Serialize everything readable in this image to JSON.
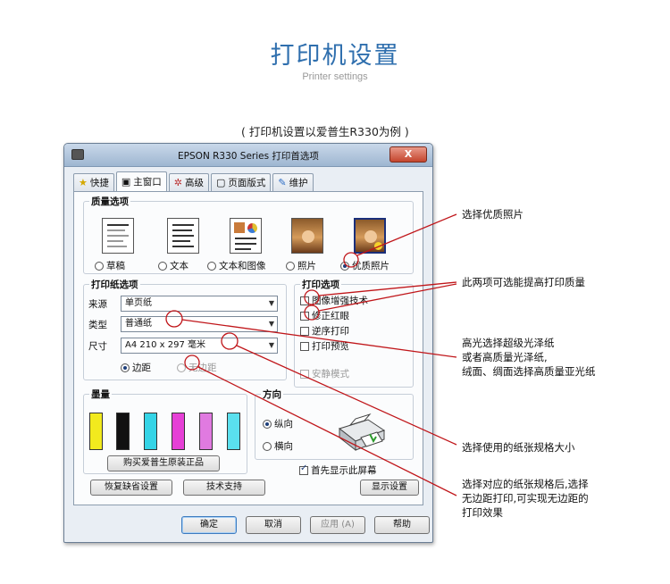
{
  "header": {
    "title": "打印机设置",
    "subtitle": "Printer settings",
    "note": "( 打印机设置以爱普生R330为例 )"
  },
  "window": {
    "title": "EPSON R330 Series 打印首选项",
    "close_label": "X",
    "tabs": [
      {
        "label": "快捷",
        "icon": "star-icon"
      },
      {
        "label": "主窗口",
        "icon": "printer-icon"
      },
      {
        "label": "高级",
        "icon": "gear-icon"
      },
      {
        "label": "页面版式",
        "icon": "page-icon"
      },
      {
        "label": "维护",
        "icon": "wrench-icon"
      }
    ],
    "quality": {
      "label": "质量选项",
      "options": [
        {
          "label": "草稿",
          "selected": false
        },
        {
          "label": "文本",
          "selected": false
        },
        {
          "label": "文本和图像",
          "selected": false
        },
        {
          "label": "照片",
          "selected": false
        },
        {
          "label": "优质照片",
          "selected": true
        }
      ]
    },
    "paper": {
      "label": "打印纸选项",
      "source_label": "来源",
      "source_value": "单页纸",
      "type_label": "类型",
      "type_value": "普通纸",
      "size_label": "尺寸",
      "size_value": "A4 210 x 297 毫米",
      "border_label": "边距",
      "borderless_label": "无边距"
    },
    "print_options": {
      "label": "打印选项",
      "items": [
        {
          "label": "图像增强技术",
          "checked": false,
          "enabled": true
        },
        {
          "label": "修正红眼",
          "checked": false,
          "enabled": true
        },
        {
          "label": "逆序打印",
          "checked": false,
          "enabled": true
        },
        {
          "label": "打印预览",
          "checked": false,
          "enabled": true
        }
      ],
      "quiet_label": "安静模式"
    },
    "ink": {
      "label": "墨量",
      "colors": [
        "#f2ea1e",
        "#111111",
        "#35d4e6",
        "#e640d6",
        "#e07ae0",
        "#5ae0ee"
      ],
      "buy_button": "购买爱普生原装正品"
    },
    "orientation": {
      "label": "方向",
      "portrait": "纵向",
      "landscape": "横向"
    },
    "show_first_label": "首先显示此屏幕",
    "restore_defaults": "恢复缺省设置",
    "tech_support": "技术支持",
    "show_settings": "显示设置",
    "ok": "确定",
    "cancel": "取消",
    "apply": "应用 (A)",
    "help": "帮助"
  },
  "annotations": {
    "a1": "选择优质照片",
    "a2": "此两项可选能提高打印质量",
    "a3": [
      "高光选择超级光泽纸",
      "或者高质量光泽纸,",
      "绒面、绸面选择高质量亚光纸"
    ],
    "a4": "选择使用的纸张规格大小",
    "a5": [
      "选择对应的纸张规格后,选择",
      "无边距打印,可实现无边距的",
      "打印效果"
    ]
  },
  "colors": {
    "accent": "#2f6fae",
    "annotation": "#c0161a"
  }
}
